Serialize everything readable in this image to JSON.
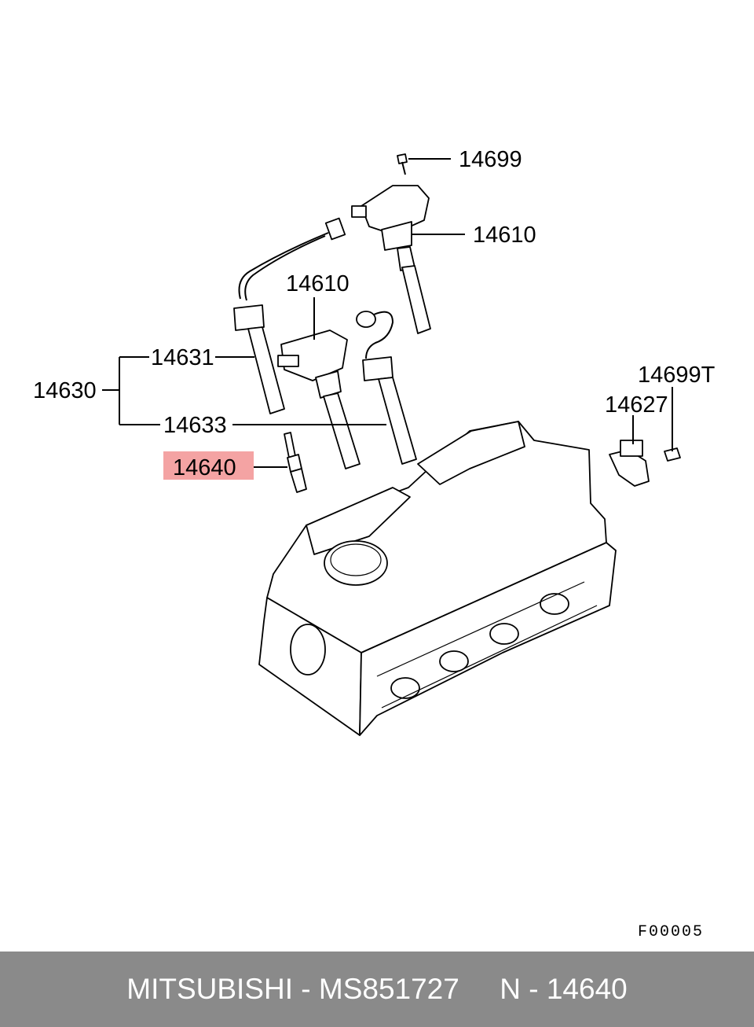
{
  "callouts": {
    "bolt_top": "14699",
    "coil_upper": "14610",
    "coil_lower": "14610",
    "cable_set": "14630",
    "cable_a": "14631",
    "cable_b": "14633",
    "spark_plug": "14640",
    "sensor_bolt": "14699T",
    "sensor": "14627"
  },
  "figure_code": "F00005",
  "footer": {
    "text": "MITSUBISHI - MS851727     N - 14640"
  },
  "colors": {
    "highlight": "#f4a3a3",
    "footer_bg": "#8a8a8a"
  }
}
